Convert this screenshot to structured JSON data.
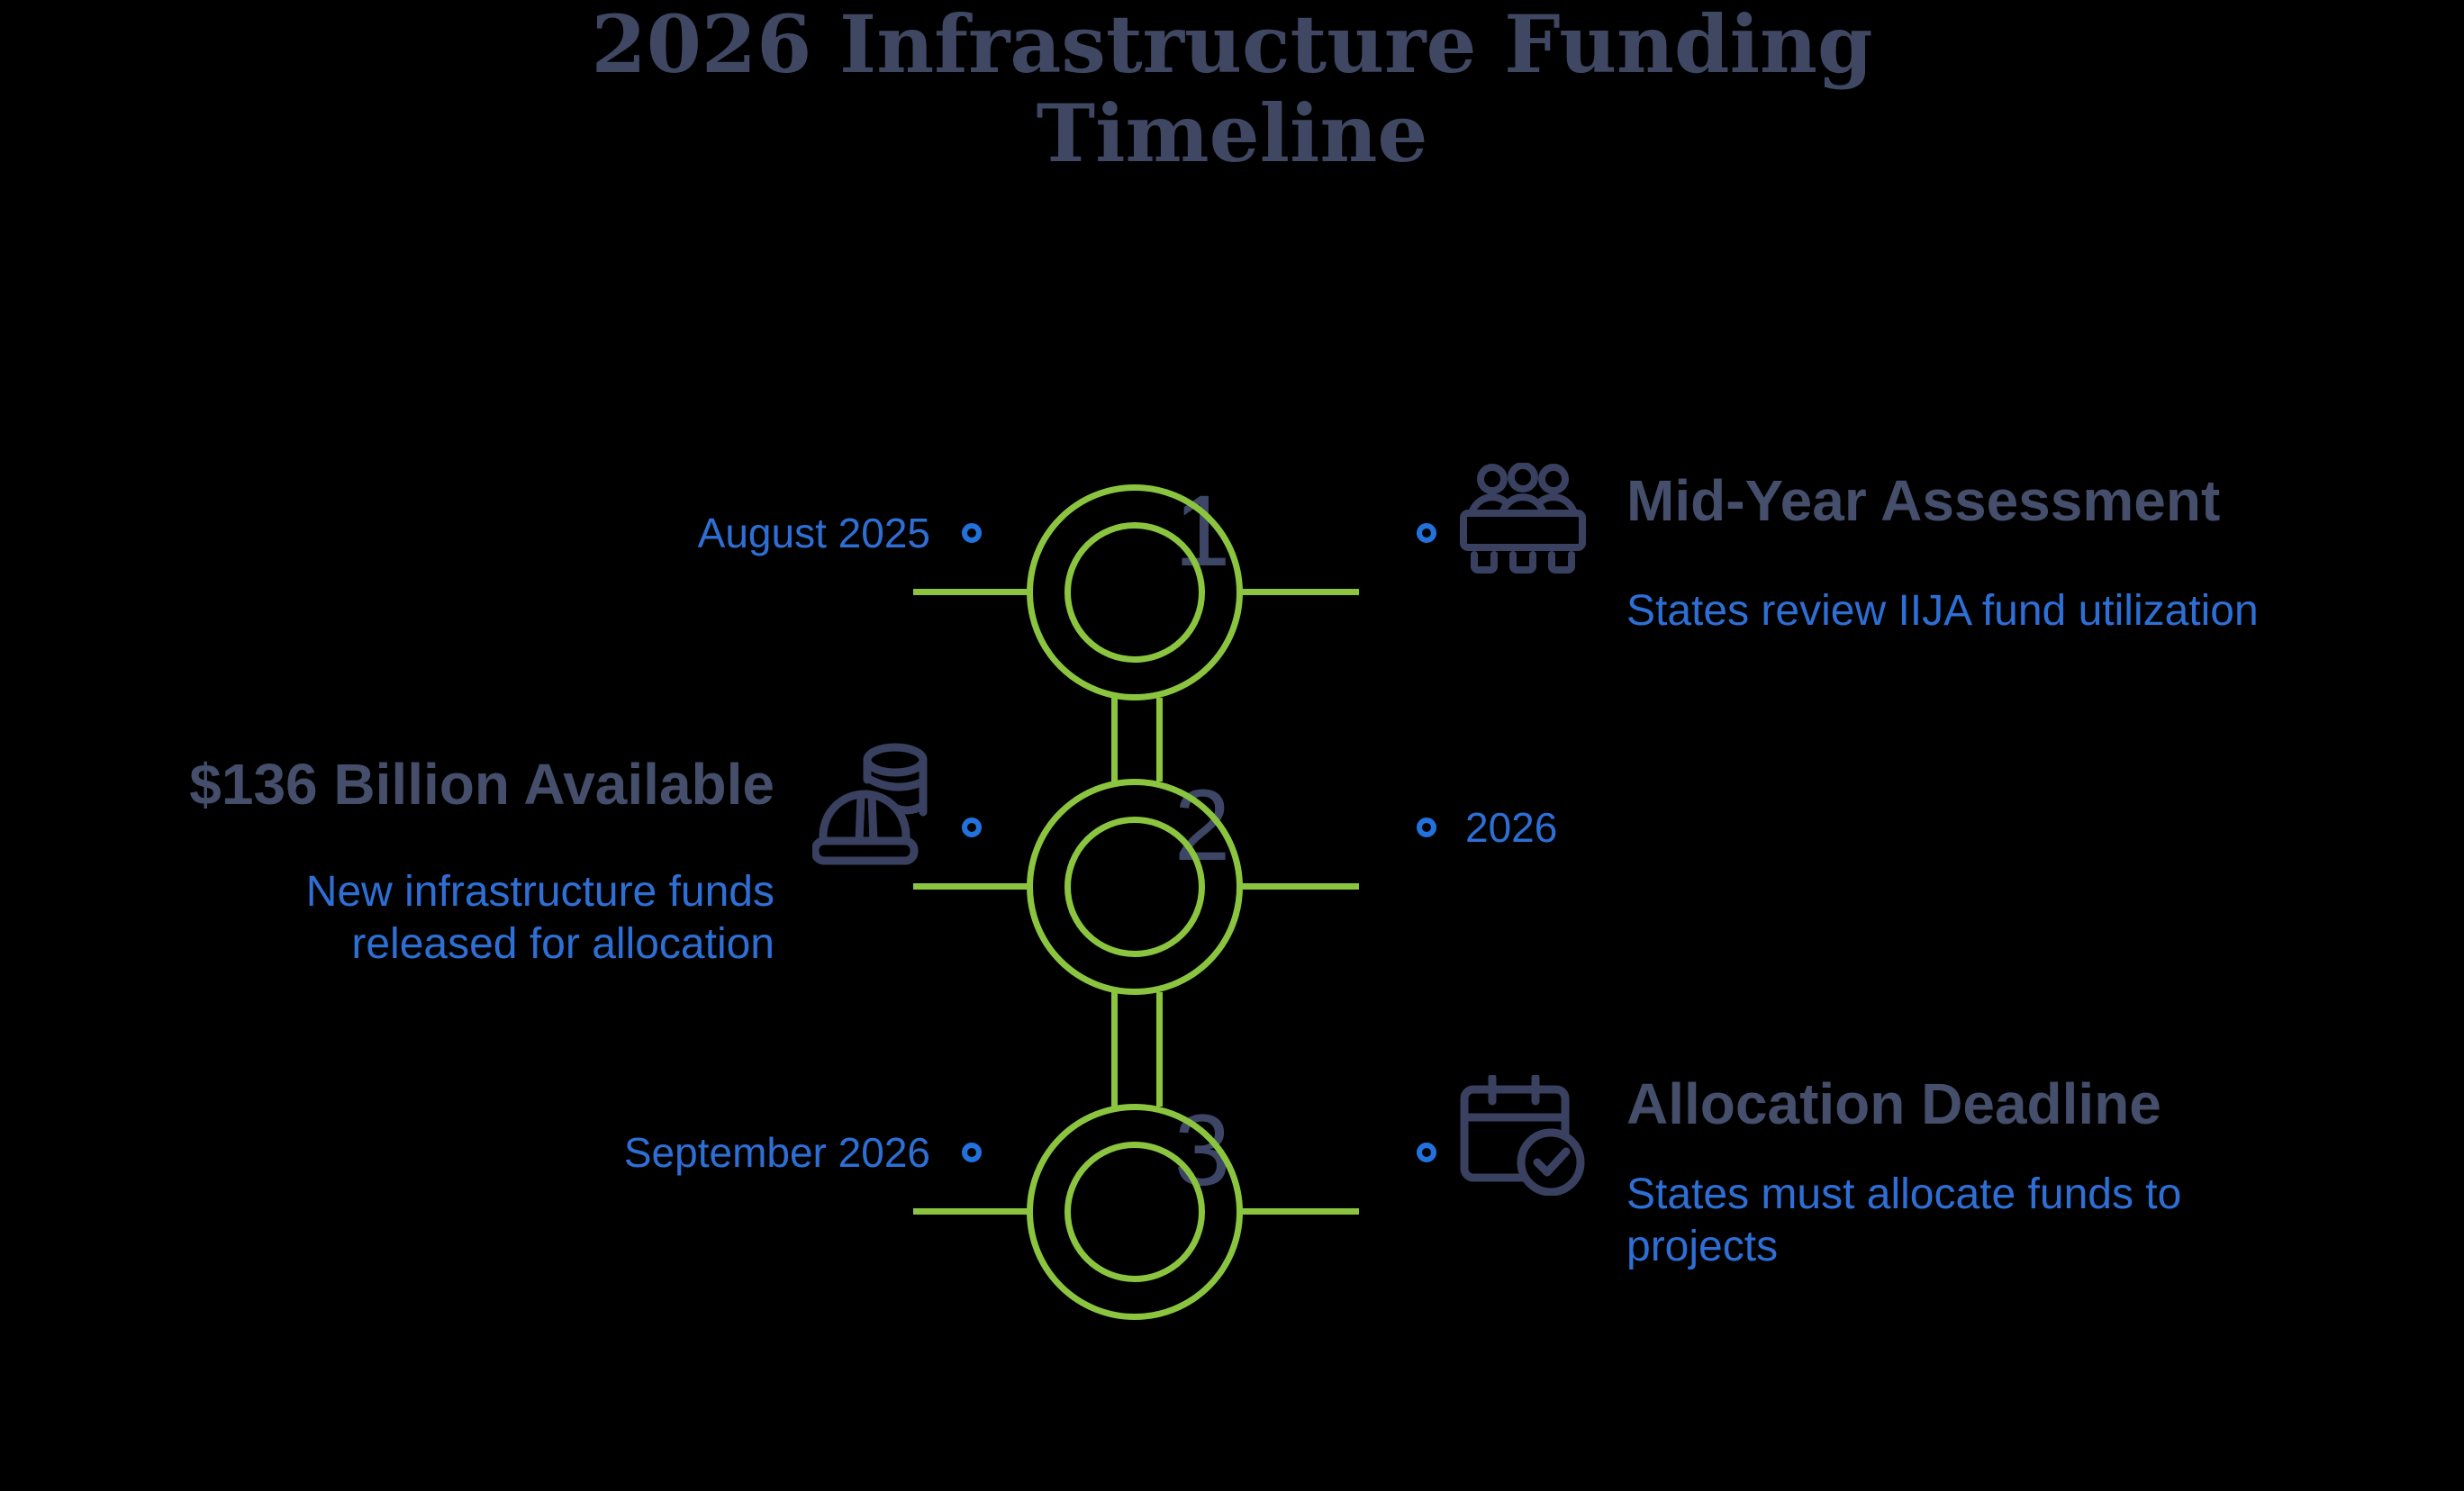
{
  "title": {
    "text": "2026 Infrastructure Funding Timeline",
    "lines": [
      "2026 Infrastructure Funding",
      "Timeline"
    ]
  },
  "colors": {
    "background": "#000000",
    "green": "#8BC540",
    "blue_text": "#2E6FD6",
    "marker_blue": "#2272DE",
    "heading_slate": "#454E6B",
    "title_slate": "#3F4763",
    "icon_slate": "#3A4160",
    "digit_slate": "#3E4667"
  },
  "timeline": {
    "items": [
      {
        "number": "1",
        "date_label": "August 2025",
        "heading": "Mid-Year Assessment",
        "description": "States review IIJA fund utilization",
        "icon": "meeting-people-icon",
        "content_side": "right"
      },
      {
        "number": "2",
        "heading": "$136 Billion Available",
        "description": "New infrastructure funds released for allocation",
        "date_label": "2026",
        "icon": "hardhat-coins-icon",
        "content_side": "left"
      },
      {
        "number": "3",
        "date_label": "September 2026",
        "heading": "Allocation Deadline",
        "description": "States must allocate funds to projects",
        "icon": "calendar-check-icon",
        "content_side": "right"
      }
    ]
  }
}
